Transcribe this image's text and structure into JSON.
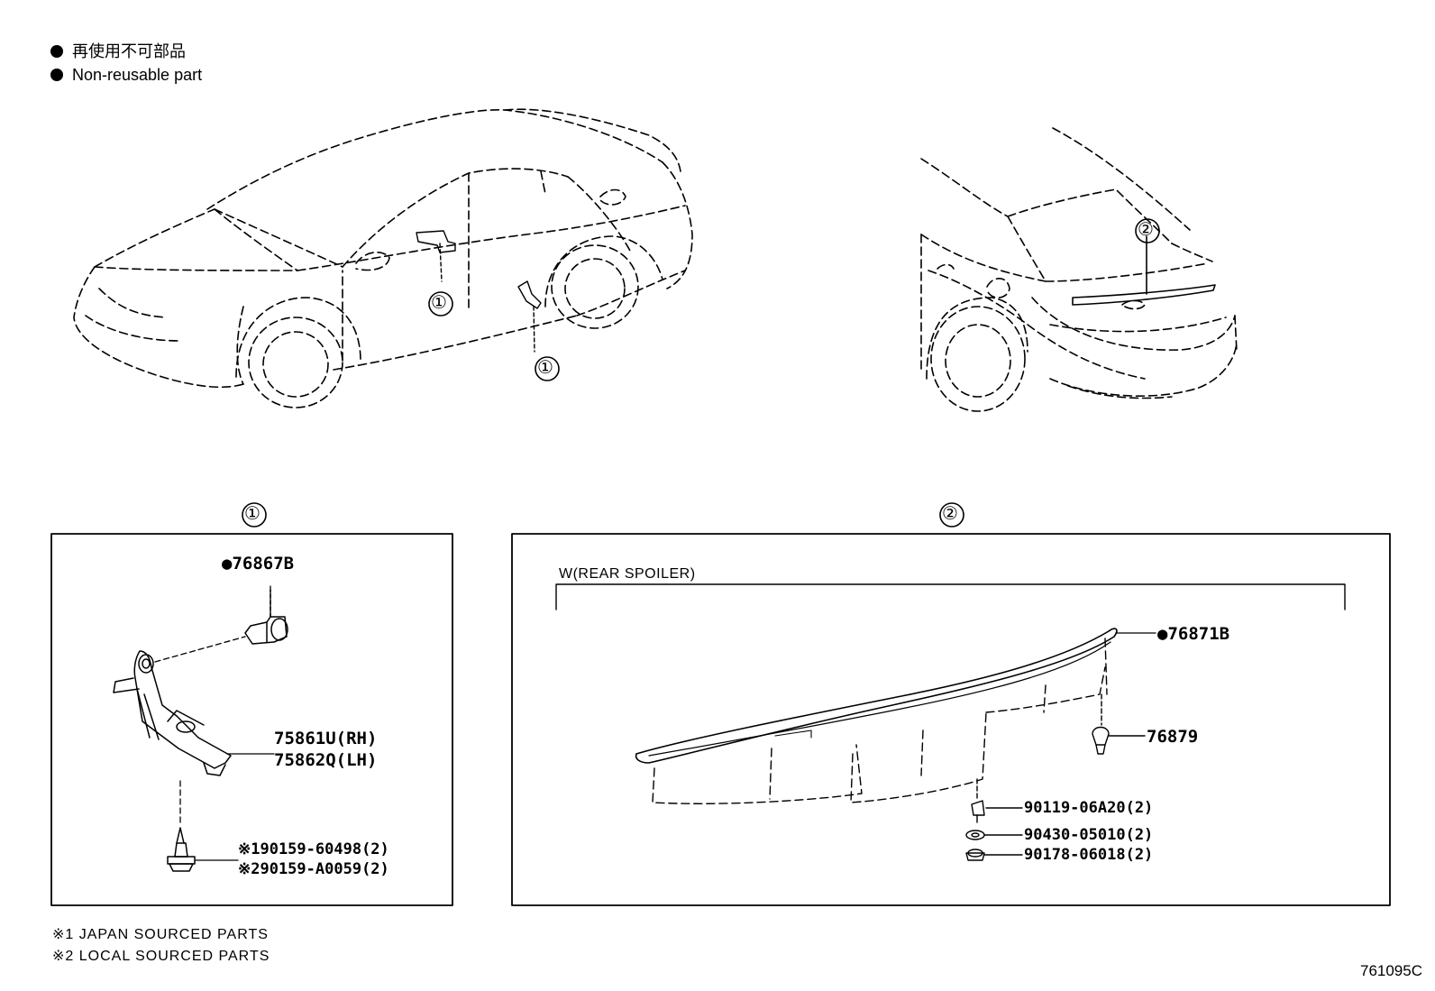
{
  "legend": {
    "line1": "再使用不可部品",
    "line2": "Non-reusable part"
  },
  "callouts": {
    "one": "①",
    "two": "②"
  },
  "panel1": {
    "label": "①",
    "parts": {
      "clip": "●76867B",
      "bracket_rh": "75861U(RH)",
      "bracket_lh": "75862Q(LH)",
      "screw_jp": "※190159-60498(2)",
      "screw_local": "※290159-A0059(2)"
    }
  },
  "panel2": {
    "label": "②",
    "variant": "W(REAR SPOILER)",
    "parts": {
      "spoiler_pad": "●76871B",
      "clip": "76879",
      "bolt": "90119-06A20(2)",
      "washer": "90430-05010(2)",
      "nut": "90178-06018(2)"
    }
  },
  "notes": {
    "japan": "※1 JAPAN SOURCED PARTS",
    "local": "※2 LOCAL SOURCED PARTS"
  },
  "figure_code": "761095C"
}
